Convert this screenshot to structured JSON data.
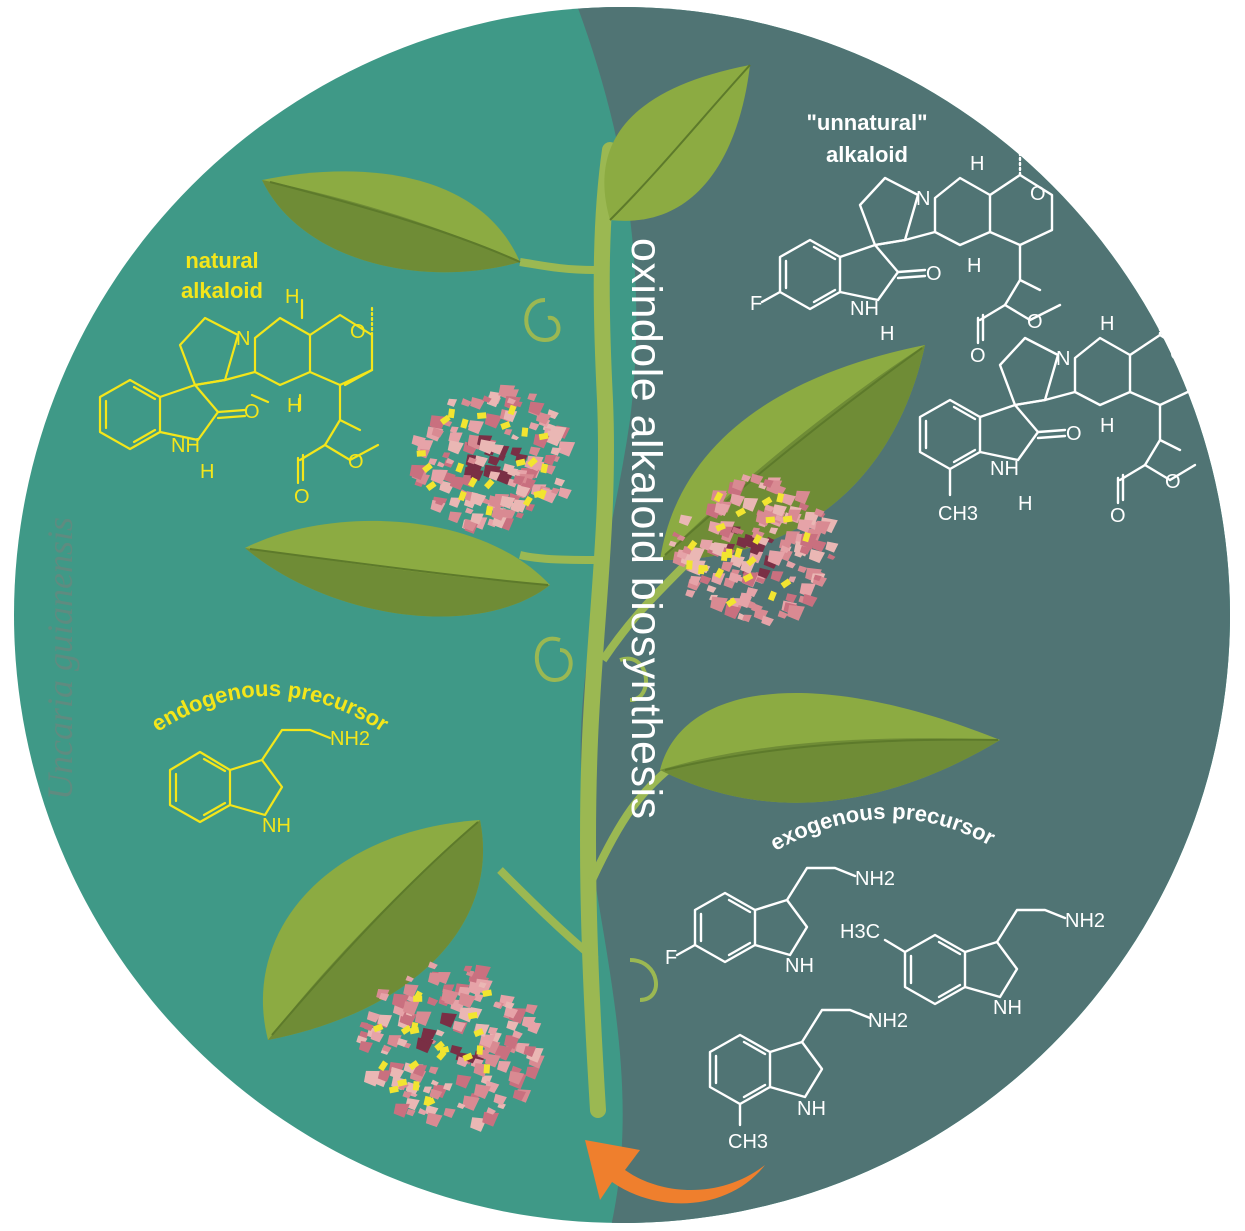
{
  "colors": {
    "left_background": "#3f9987",
    "right_background": "#507474",
    "natural_text": "#f4e61a",
    "unnatural_text": "#ffffff",
    "leaf_light": "#8cab42",
    "leaf_dark": "#6f8c36",
    "stem": "#9bb852",
    "flower_pink": "#d98a92",
    "flower_dark": "#7a2f45",
    "arrow": "#ef7f2d"
  },
  "title": "oxindole alkaloid biosynthesis",
  "species": "Uncaria guianensis",
  "natural": {
    "label_line1": "natural",
    "label_line2": "alkaloid",
    "precursor_label": "endogenous precursor"
  },
  "unnatural": {
    "label_line1": "\"unnatural\"",
    "label_line2": "alkaloid",
    "precursor_label": "exogenous precursor"
  },
  "atoms": {
    "N": "N",
    "O": "O",
    "H": "H",
    "NH": "NH",
    "NH2": "NH2",
    "F": "F",
    "CH3": "CH3",
    "H3C": "H3C"
  },
  "icons": {
    "arrow": "curved-arrow-icon",
    "flower": "flower-cluster-icon",
    "leaf": "leaf-icon"
  }
}
